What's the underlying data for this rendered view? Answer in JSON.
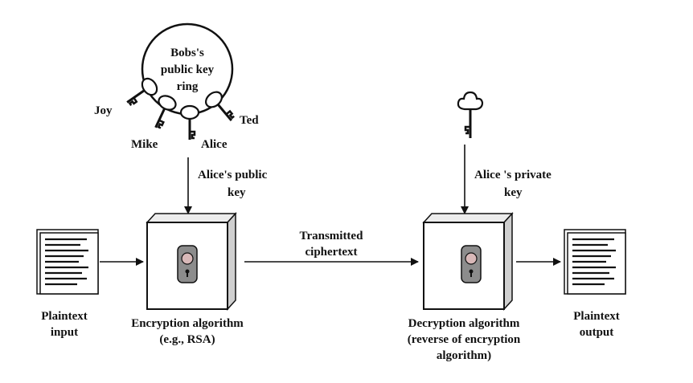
{
  "ring": {
    "line1": "Bobs's",
    "line2": "public key",
    "line3": "ring"
  },
  "ring_keys": [
    "Joy",
    "Mike",
    "Alice",
    "Ted"
  ],
  "public_key_label": {
    "line1": "Alice's public",
    "line2": "key"
  },
  "private_key_label": {
    "line1": "Alice 's private",
    "line2": "key"
  },
  "channel_label": {
    "line1": "Transmitted",
    "line2": "ciphertext"
  },
  "plaintext_input": {
    "line1": "Plaintext",
    "line2": "input"
  },
  "encryption": {
    "line1": "Encryption algorithm",
    "line2": "(e.g., RSA)"
  },
  "decryption": {
    "line1": "Decryption algorithm",
    "line2": "(reverse of encryption",
    "line3": "algorithm)"
  },
  "plaintext_output": {
    "line1": "Plaintext",
    "line2": "output"
  },
  "colors": {
    "ink": "#111111",
    "box_face": "#ffffff",
    "box_side": "#d9d9d9",
    "lock": "#8c8c8c",
    "keyhole": "#d8b8b8"
  }
}
